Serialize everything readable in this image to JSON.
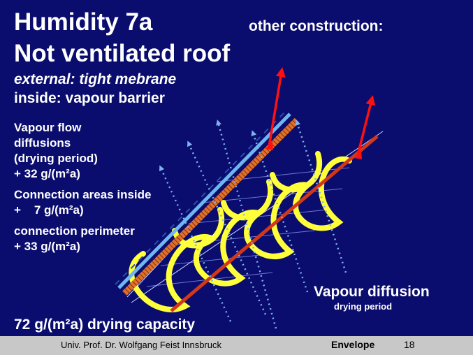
{
  "header": {
    "title_line1": "Humidity 7a",
    "title_right": "other construction:",
    "title_line2": "Not ventilated roof",
    "subtitle_external": "external: tight mebrane",
    "subtitle_inside": "inside: vapour barrier"
  },
  "flows": [
    {
      "label_lines": [
        "Vapour flow",
        "diffusions",
        "(drying period)",
        "+ 32 g/(m²a)"
      ]
    },
    {
      "label_lines": [
        "Connection areas inside",
        "+    7 g/(m²a)"
      ]
    },
    {
      "label_lines": [
        "connection perimeter",
        "+ 33 g/(m²a)"
      ]
    }
  ],
  "diagram_labels": {
    "vapour_diffusion": "Vapour diffusion",
    "drying_period": "drying period"
  },
  "summary": {
    "capacity": "72 g/(m²a) drying capacity"
  },
  "footer": {
    "author": "Univ. Prof. Dr. Wolfgang Feist Innsbruck",
    "section": "Envelope",
    "page_number": "18"
  },
  "colors": {
    "background": "#0a0d6e",
    "membrane": "#6fb6f0",
    "brick": "#e0702a",
    "insulation": "#ffff3a",
    "vapour_barrier": "#d23818",
    "arrow": "#ff1010",
    "diffusion_arrow": "#7fb2ee",
    "footer_bg": "#c8c8c8"
  }
}
